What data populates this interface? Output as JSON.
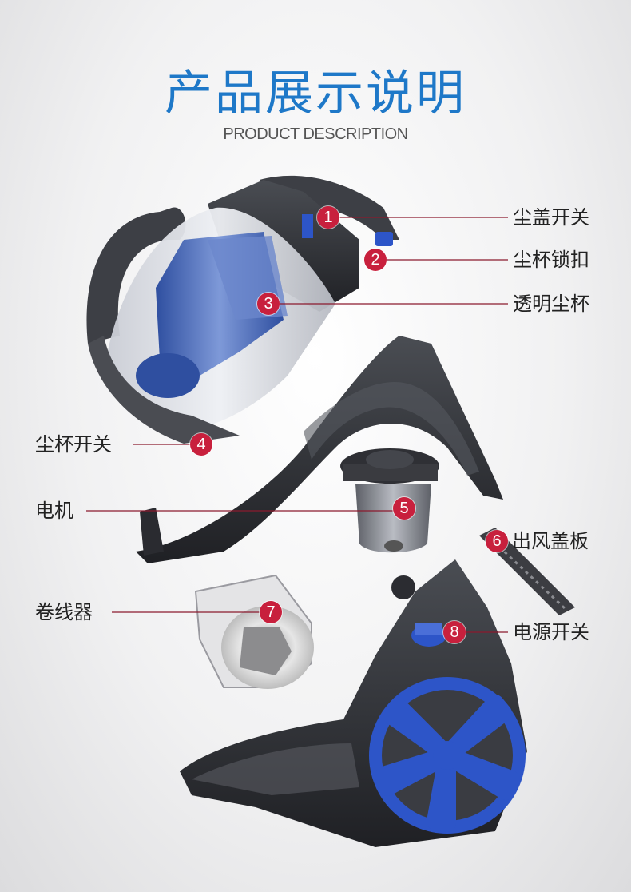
{
  "header": {
    "title": "产品展示说明",
    "subtitle": "PRODUCT DESCRIPTION"
  },
  "accent_colors": {
    "title": "#1e78c8",
    "badge": "#c8203d",
    "part_blue": "#2d55c8"
  },
  "parts": [
    {
      "number": "1",
      "label": "尘盖开关"
    },
    {
      "number": "2",
      "label": "尘杯锁扣"
    },
    {
      "number": "3",
      "label": "透明尘杯"
    },
    {
      "number": "4",
      "label": "尘杯开关"
    },
    {
      "number": "5",
      "label": "电机"
    },
    {
      "number": "6",
      "label": "出风盖板"
    },
    {
      "number": "7",
      "label": "卷线器"
    },
    {
      "number": "8",
      "label": "电源开关"
    }
  ]
}
